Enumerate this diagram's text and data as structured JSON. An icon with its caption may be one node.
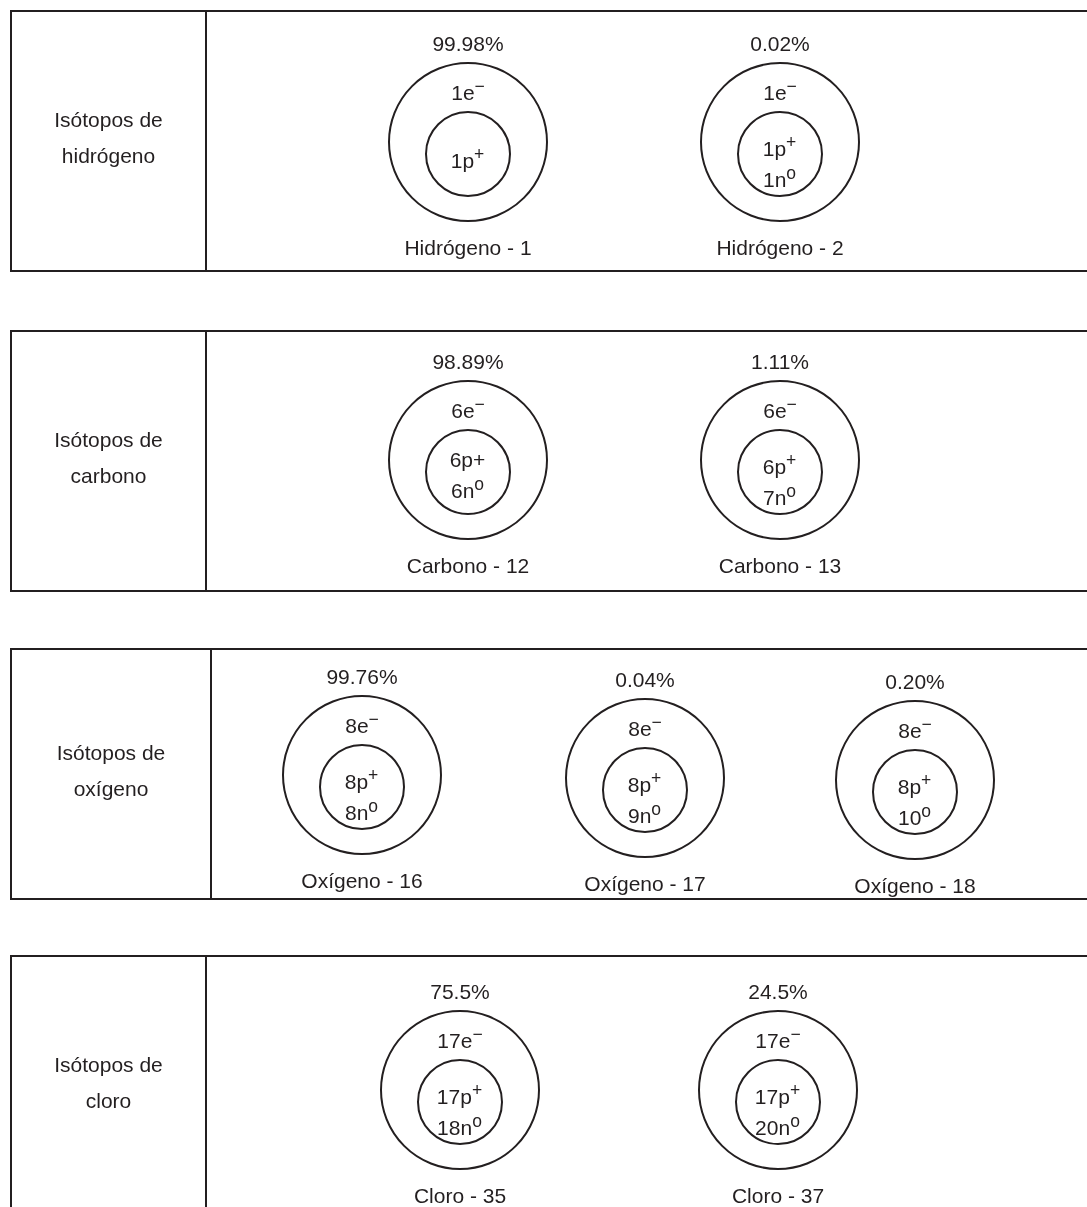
{
  "diagram": {
    "nodes": [
      {
        "text": [
          "Isótopos de hidrógeno"
        ]
      },
      {
        "text": [
          "1e$^{−}$"
        ],
        "in": 0,
        "beside": [
          "99.98%",
          "Hidrógeno - 1"
        ]
      },
      {
        "text": [
          "1p$^{+}$"
        ],
        "in": 1
      },
      {
        "text": [
          "1e$^{−}$"
        ],
        "in": 0,
        "beside": [
          "0.02%",
          "Hidrógeno - 2"
        ]
      },
      {
        "text": [
          "1p$^{+}$ 1n$^{o}$"
        ],
        "in": 3
      },
      {
        "text": [
          "Isótopos de carbono"
        ]
      },
      {
        "text": [
          "6e$^{−}$"
        ],
        "in": 5,
        "beside": [
          "98.89%",
          "Carbono - 12"
        ]
      },
      {
        "text": [
          "6p+ 6n$^{o}$"
        ],
        "in": 6
      },
      {
        "text": [
          "6e$^{−}$"
        ],
        "in": 5,
        "beside": [
          "1.11%",
          "Carbono - 13"
        ]
      },
      {
        "text": [
          "6p$^{+}$ 7n$^{o}$"
        ],
        "in": 8
      },
      {
        "text": [
          "Isótopos de oxígeno"
        ]
      },
      {
        "text": [
          "8e$^{−}$"
        ],
        "in": 10,
        "beside": [
          "99.76%",
          "Oxígeno - 16"
        ]
      },
      {
        "text": [
          "8p$^{+}$ 8n$^{o}$"
        ],
        "in": 11
      },
      {
        "text": [
          "8e$^{−}$"
        ],
        "in": 10,
        "beside": [
          "0.04%",
          "Oxígeno - 17"
        ]
      },
      {
        "text": [
          "8p$^{+}$ 9n$^{o}$"
        ],
        "in": 13
      },
      {
        "text": [
          "8e$^{−}$"
        ],
        "in": 10,
        "beside": [
          "0.20%",
          "Oxígeno - 18"
        ]
      },
      {
        "text": [
          "8p$^{+}$ 10$^{o}$"
        ],
        "in": 15
      },
      {
        "text": [
          "Isótopos de cloro"
        ]
      },
      {
        "text": [
          "17e$^{−}$"
        ],
        "in": 17,
        "beside": [
          "75.5%",
          "Cloro - 35"
        ]
      },
      {
        "text": [
          "17p$^{+}$ 18n$^{o}$"
        ],
        "in": 18
      },
      {
        "text": [
          "17e$^{−}$"
        ],
        "in": 17,
        "beside": [
          "24.5%",
          "Cloro - 37"
        ]
      },
      {
        "text": [
          "17p$^{+}$ 20n$^{o}$"
        ],
        "in": 20
      }
    ]
  }
}
